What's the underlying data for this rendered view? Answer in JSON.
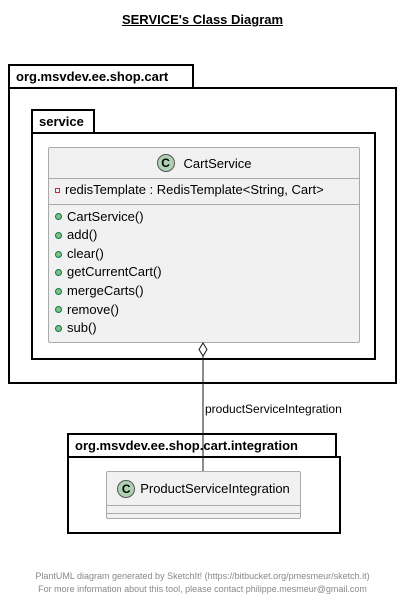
{
  "title": "SERVICE's Class Diagram",
  "packages": {
    "outer": "org.msvdev.ee.shop.cart",
    "inner": "service",
    "integration": "org.msvdev.ee.shop.cart.integration"
  },
  "classes": {
    "cart_service": {
      "icon": "C",
      "name": "CartService",
      "attributes": [
        "redisTemplate : RedisTemplate<String, Cart>"
      ],
      "operations": [
        "CartService()",
        "add()",
        "clear()",
        "getCurrentCart()",
        "mergeCarts()",
        "remove()",
        "sub()"
      ]
    },
    "product_service_integration": {
      "icon": "C",
      "name": "ProductServiceIntegration"
    }
  },
  "relation": {
    "label": "productServiceIntegration"
  },
  "footer": {
    "line1": "PlantUML diagram generated by SketchIt! (https://bitbucket.org/pmesmeur/sketch.it)",
    "line2": "For more information about this tool, please contact philippe.mesmeur@gmail.com"
  },
  "colors": {
    "class_fill": "#f1f1f1",
    "class_icon": "#add1b2",
    "public_marker": "#84be84",
    "private_marker": "#c82930"
  }
}
